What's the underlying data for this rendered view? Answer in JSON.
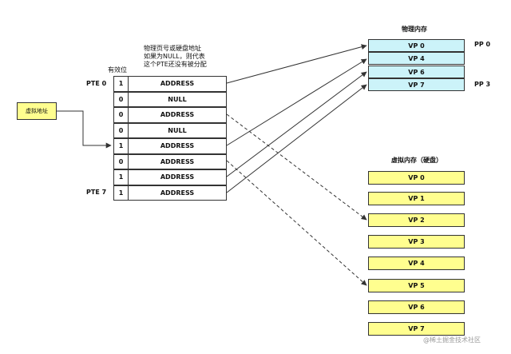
{
  "labels": {
    "physical_memory": "物理内存",
    "virtual_memory": "虚拟内存（硬盘）",
    "valid_bit": "有效位",
    "note_line1": "物理页号或硬盘地址",
    "note_line2": "如果为NULL，则代表",
    "note_line3": "这个PTE还没有被分配",
    "virtual_address": "虚拟地址",
    "pte0": "PTE 0",
    "pte7": "PTE 7",
    "pp0": "PP 0",
    "pp3": "PP 3",
    "watermark": "@稀土掘金技术社区"
  },
  "page_table": [
    {
      "valid": "1",
      "addr": "ADDRESS"
    },
    {
      "valid": "0",
      "addr": "NULL"
    },
    {
      "valid": "0",
      "addr": "ADDRESS"
    },
    {
      "valid": "0",
      "addr": "NULL"
    },
    {
      "valid": "1",
      "addr": "ADDRESS"
    },
    {
      "valid": "0",
      "addr": "ADDRESS"
    },
    {
      "valid": "1",
      "addr": "ADDRESS"
    },
    {
      "valid": "1",
      "addr": "ADDRESS"
    }
  ],
  "physical_pages": [
    "VP 0",
    "VP 4",
    "VP 6",
    "VP 7"
  ],
  "virtual_pages": [
    "VP 0",
    "VP 1",
    "VP 2",
    "VP 3",
    "VP 4",
    "VP 5",
    "VP 6",
    "VP 7"
  ],
  "colors": {
    "physical_fill": "#ccf3f9",
    "virtual_fill": "#fffe8f",
    "line": "#333333"
  }
}
